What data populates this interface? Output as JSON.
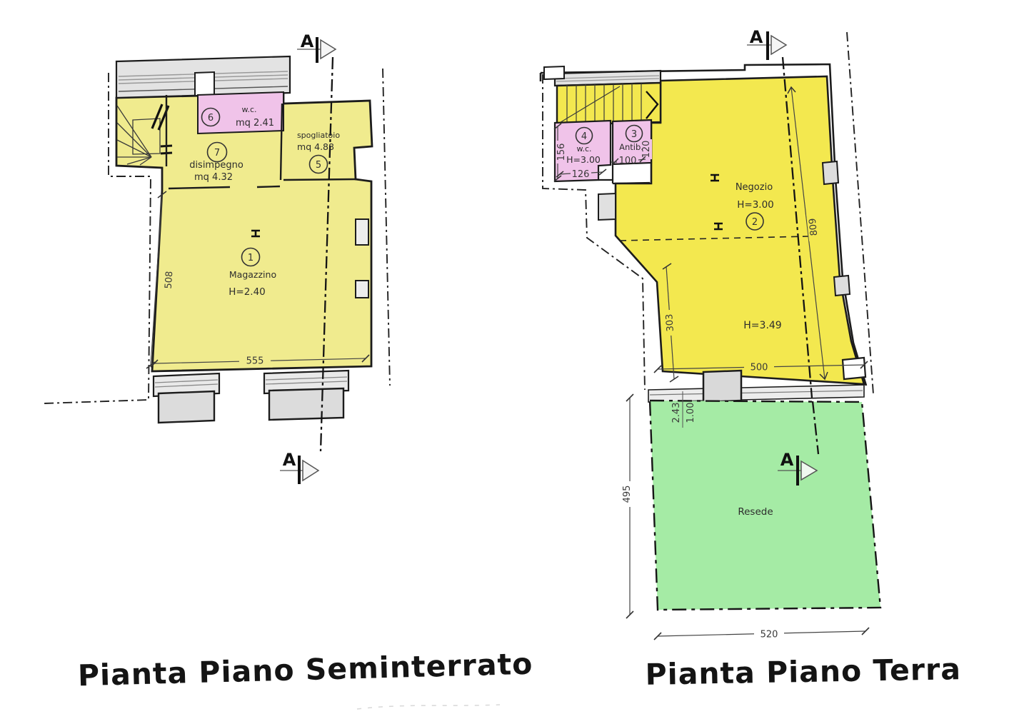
{
  "colors": {
    "plan_yellow_left": "#f0eb8e",
    "plan_yellow_right": "#f3e84f",
    "plan_pink": "#f0c3e9",
    "plan_green": "#a5eba5",
    "wall_gray": "#e3e3e3",
    "line_black": "#1c1c1c"
  },
  "left_plan": {
    "title": "Pianta Piano Seminterrato",
    "section_marker_top": "A",
    "section_marker_bottom": "A",
    "rooms": {
      "wc": {
        "number": "6",
        "name": "w.c.",
        "area": "mq 2.41"
      },
      "disimpegno": {
        "number": "7",
        "name": "disimpegno",
        "area": "mq 4.32"
      },
      "spogliatoio": {
        "number": "5",
        "name": "spogliatoio",
        "area": "mq 4.88"
      },
      "magazzino": {
        "number": "1",
        "name": "Magazzino",
        "height": "H=2.40"
      }
    },
    "dimensions": {
      "depth": "508",
      "width": "555"
    }
  },
  "right_plan": {
    "title": "Pianta Piano Terra",
    "section_marker_top": "A",
    "section_marker_garden": "A",
    "rooms": {
      "wc": {
        "number": "4",
        "name": "w.c.",
        "height": "H=3.00",
        "dim_depth": "156",
        "dim_width": "126"
      },
      "antibagno": {
        "number": "3",
        "name": "Antib.",
        "dim_depth": "120",
        "dim_width": "100"
      },
      "negozio": {
        "number": "2",
        "name": "Negozio",
        "height_front": "H=3.00",
        "height_back": "H=3.49"
      },
      "resede": {
        "name": "Resede"
      }
    },
    "dimensions": {
      "back_depth": "303",
      "back_width": "500",
      "total_depth": "809",
      "step_a": "2.43",
      "step_b": "1.00",
      "garden_depth": "495",
      "garden_width": "520"
    }
  }
}
